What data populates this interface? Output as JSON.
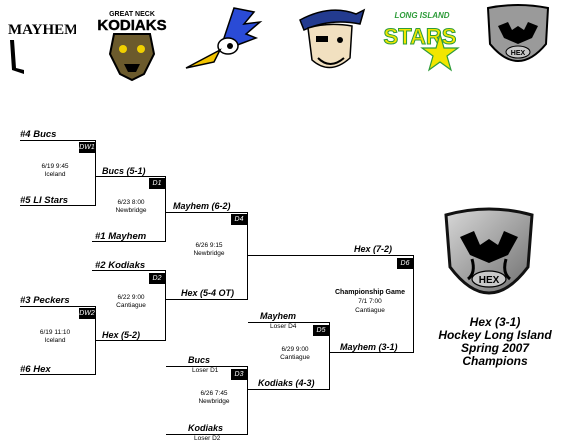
{
  "logos": [
    {
      "name": "Mayhem",
      "text": "MAYHEM"
    },
    {
      "name": "Kodiaks",
      "text_top": "GREAT NECK",
      "text_main": "KODIAKS"
    },
    {
      "name": "Peckers",
      "text": ""
    },
    {
      "name": "Bucs",
      "text": ""
    },
    {
      "name": "LI Stars",
      "text_top": "LONG ISLAND",
      "text_main": "STARS"
    },
    {
      "name": "Hex",
      "text": "HEX"
    }
  ],
  "bracket": {
    "r1": {
      "team4": "#4  Bucs",
      "team5": "#5 LI Stars",
      "g1_tag": "DW1",
      "g1_meta": [
        "6/19  9:45",
        "Iceland"
      ],
      "team3": "#3  Peckers",
      "team6": "#6   Hex",
      "g2_tag": "DW2",
      "g2_meta": [
        "6/19  11:10",
        "Iceland"
      ]
    },
    "r2": {
      "w1": "Bucs  (5-1)",
      "d1_tag": "D1",
      "d1_meta": [
        "6/23  8:00",
        "Newbridge"
      ],
      "seed1": "#1 Mayhem",
      "seed2": "#2 Kodiaks",
      "d2_tag": "D2",
      "d2_meta": [
        "6/22  9:00",
        "Cantiague"
      ],
      "w2": "Hex  (5-2)"
    },
    "r3": {
      "w1": "Mayhem  (6-2)",
      "d4_tag": "D4",
      "d4_meta": [
        "6/26  9:15",
        "Newbridge"
      ],
      "w2": "Hex  (5-4 OT)"
    },
    "consolation": {
      "bucs": "Bucs",
      "loser_d1": "Loser D1",
      "d3_tag": "D3",
      "d3_meta": [
        "6/26  7:45",
        "Newbridge"
      ],
      "kodiaks": "Kodiaks",
      "loser_d2": "Loser D2",
      "d3_winner": "Kodiaks  (4-3)",
      "mayhem": "Mayhem",
      "loser_d4": "Loser D4",
      "d5_tag": "D5",
      "d5_meta": [
        "6/29  9:00",
        "Cantiague"
      ],
      "d5_winner": "Mayhem  (3-1)"
    },
    "final": {
      "hex": "Hex  (7-2)",
      "d6_tag": "D6",
      "title": "Championship Game",
      "meta": [
        "7/1  7:00",
        "Cantiague"
      ]
    }
  },
  "champion": {
    "lines": [
      "Hex (3-1)",
      "Hockey Long Island",
      "Spring 2007",
      "Champions"
    ],
    "logo_text": "HEX"
  },
  "colors": {
    "stars_green": "#2e9c3a",
    "stars_yellow": "#f2e600",
    "peckers_blue": "#2a4bd6",
    "bucs_blue": "#233b8f",
    "hex_gray": "#8a8a8a"
  }
}
